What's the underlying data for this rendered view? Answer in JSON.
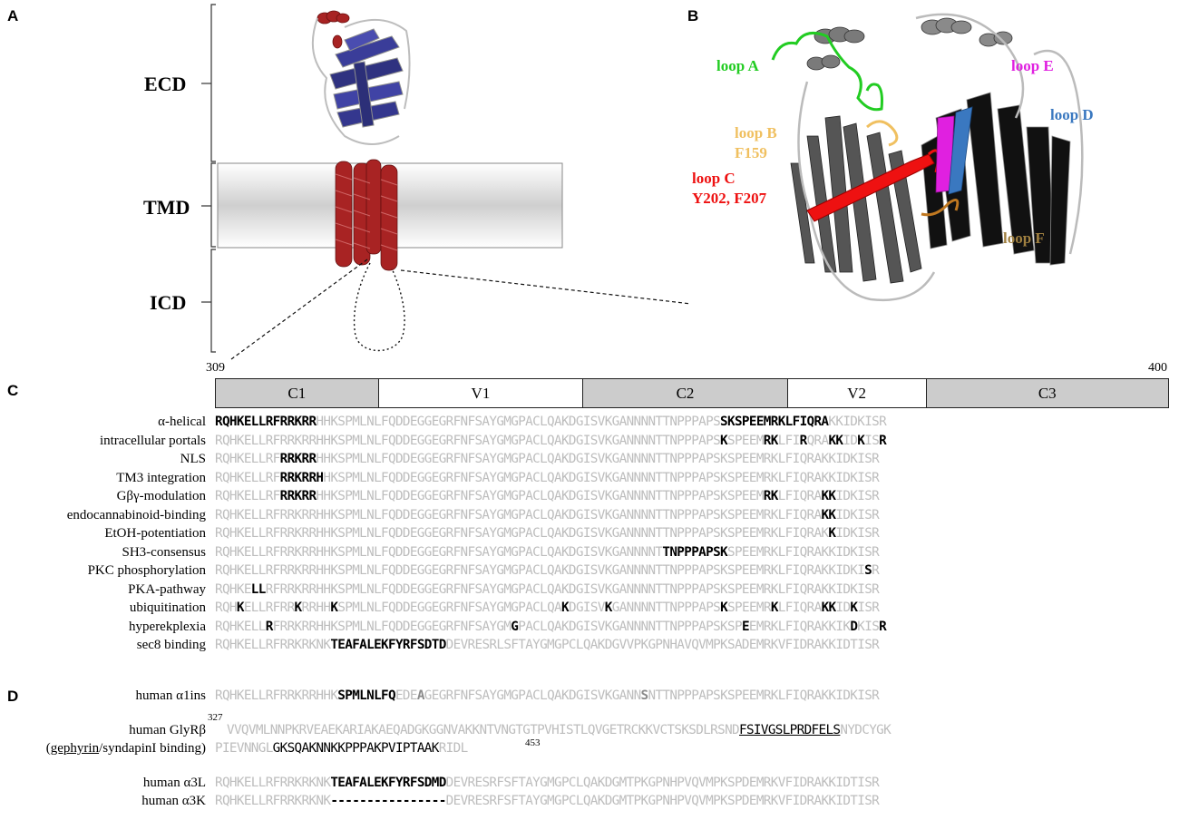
{
  "panels": {
    "a": "A",
    "b": "B",
    "c": "C",
    "d": "D"
  },
  "domains": {
    "ecd": "ECD",
    "tmd": "TMD",
    "icd": "ICD"
  },
  "loops": {
    "a": "loop A",
    "b1": "loop B",
    "b2": "F159",
    "c1": "loop C",
    "c2": "Y202, F207",
    "d": "loop D",
    "e": "loop E",
    "f": "loop F"
  },
  "colors": {
    "loop_a": "#22cc22",
    "loop_b": "#f0c060",
    "loop_c": "#ee1111",
    "loop_d": "#3a78c0",
    "loop_e": "#e020e0",
    "loop_f": "#a08040",
    "ecd_ribbon": "#3a3d99",
    "tmd_helix": "#a82323",
    "segment_gray": "#cccccc"
  },
  "range": {
    "start": "309",
    "end": "400"
  },
  "segments": [
    {
      "label": "C1",
      "shade": "gray",
      "width": 180
    },
    {
      "label": "V1",
      "shade": "white",
      "width": 226
    },
    {
      "label": "C2",
      "shade": "gray",
      "width": 226
    },
    {
      "label": "V2",
      "shade": "white",
      "width": 153
    },
    {
      "label": "C3",
      "shade": "gray",
      "width": 267
    }
  ],
  "rows_c": [
    {
      "label": "α-helical",
      "parts": [
        [
          "RQHKELLRFRRKRR",
          1
        ],
        [
          "HHKSPMLNLFQDDEGGEGRFNFSAYGMGPACLQAKDGISVKGANNNNTTNPPPAPS",
          0
        ],
        [
          "SKSPEEMRKLFIQRA",
          1
        ],
        [
          "KKIDKISR",
          0
        ]
      ]
    },
    {
      "label": "intracellular portals",
      "parts": [
        [
          "RQHKELLRFRRKRRHHKSPMLNLFQDDEGGEGRFNFSAYGMGPACLQAKDGISVKGANNNNTTNPPPAPS",
          0
        ],
        [
          "K",
          1
        ],
        [
          "SPEEM",
          0
        ],
        [
          "RK",
          1
        ],
        [
          "LFI",
          0
        ],
        [
          "R",
          1
        ],
        [
          "QRA",
          0
        ],
        [
          "KK",
          1
        ],
        [
          "ID",
          0
        ],
        [
          "K",
          1
        ],
        [
          "IS",
          0
        ],
        [
          "R",
          1
        ]
      ]
    },
    {
      "label": "NLS",
      "parts": [
        [
          "RQHKELLRF",
          0
        ],
        [
          "RRKRR",
          1
        ],
        [
          "HHKSPMLNLFQDDEGGEGRFNFSAYGMGPACLQAKDGISVKGANNNNTTNPPPAPSKSPEEMRKLFIQRAKKIDKISR",
          0
        ]
      ]
    },
    {
      "label": "TM3 integration",
      "parts": [
        [
          "RQHKELLRF",
          0
        ],
        [
          "RRKRRH",
          1
        ],
        [
          "HKSPMLNLFQDDEGGEGRFNFSAYGMGPACLQAKDGISVKGANNNNTTNPPPAPSKSPEEMRKLFIQRAKKIDKISR",
          0
        ]
      ]
    },
    {
      "label": "Gβγ-modulation",
      "parts": [
        [
          "RQHKELLRF",
          0
        ],
        [
          "RRKRR",
          1
        ],
        [
          "HHKSPMLNLFQDDEGGEGRFNFSAYGMGPACLQAKDGISVKGANNNNTTNPPPAPSKSPEEM",
          0
        ],
        [
          "RK",
          1
        ],
        [
          "LFIQRA",
          0
        ],
        [
          "KK",
          1
        ],
        [
          "IDKISR",
          0
        ]
      ]
    },
    {
      "label": "endocannabinoid-binding",
      "parts": [
        [
          "RQHKELLRFRRKRRHHKSPMLNLFQDDEGGEGRFNFSAYGMGPACLQAKDGISVKGANNNNTTNPPPAPSKSPEEMRKLFIQRA",
          0
        ],
        [
          "KK",
          1
        ],
        [
          "IDKISR",
          0
        ]
      ]
    },
    {
      "label": "EtOH-potentiation",
      "parts": [
        [
          "RQHKELLRFRRKRRHHKSPMLNLFQDDEGGEGRFNFSAYGMGPACLQAKDGISVKGANNNNTTNPPPAPSKSPEEMRKLFIQRAK",
          0
        ],
        [
          "K",
          1
        ],
        [
          "IDKISR",
          0
        ]
      ]
    },
    {
      "label": "SH3-consensus",
      "parts": [
        [
          "RQHKELLRFRRKRRHHKSPMLNLFQDDEGGEGRFNFSAYGMGPACLQAKDGISVKGANNNNT",
          0
        ],
        [
          "TNPPPAPSK",
          1
        ],
        [
          "SPEEMRKLFIQRAKKIDKISR",
          0
        ]
      ]
    },
    {
      "label": "PKC phosphorylation",
      "parts": [
        [
          "RQHKELLRFRRKRRHHKSPMLNLFQDDEGGEGRFNFSAYGMGPACLQAKDGISVKGANNNNTTNPPPAPSKSPEEMRKLFIQRAKKIDKI",
          0
        ],
        [
          "S",
          1
        ],
        [
          "R",
          0
        ]
      ]
    },
    {
      "label": "PKA-pathway",
      "parts": [
        [
          "RQHKE",
          0
        ],
        [
          "LL",
          1
        ],
        [
          "RFRRKRRHHKSPMLNLFQDDEGGEGRFNFSAYGMGPACLQAKDGISVKGANNNNTTNPPPAPSKSPEEMRKLFIQRAKKIDKISR",
          0
        ]
      ]
    },
    {
      "label": "ubiquitination",
      "parts": [
        [
          "RQH",
          0
        ],
        [
          "K",
          1
        ],
        [
          "ELLRFRR",
          0
        ],
        [
          "K",
          1
        ],
        [
          "RRHH",
          0
        ],
        [
          "K",
          1
        ],
        [
          "SPMLNLFQDDEGGEGRFNFSAYGMGPACLQA",
          0
        ],
        [
          "K",
          1
        ],
        [
          "DGISV",
          0
        ],
        [
          "K",
          1
        ],
        [
          "GANNNNTTNPPPAPS",
          0
        ],
        [
          "K",
          1
        ],
        [
          "SPEEMR",
          0
        ],
        [
          "K",
          1
        ],
        [
          "LFIQRA",
          0
        ],
        [
          "KK",
          1
        ],
        [
          "ID",
          0
        ],
        [
          "K",
          1
        ],
        [
          "ISR",
          0
        ]
      ]
    },
    {
      "label": "hyperekplexia",
      "parts": [
        [
          "RQHKELL",
          0
        ],
        [
          "R",
          1
        ],
        [
          "FRRKRRHHKSPMLNLFQDDEGGEGRFNFSAYGM",
          0
        ],
        [
          "G",
          1
        ],
        [
          "PACLQAKDGISVKGANNNNTTNPPPAPSKSP",
          0
        ],
        [
          "E",
          1
        ],
        [
          "EMRKLFIQRAKKIK",
          0
        ],
        [
          "D",
          1
        ],
        [
          "KIS",
          0
        ],
        [
          "R",
          1
        ]
      ]
    },
    {
      "label": "sec8 binding",
      "parts": [
        [
          "RQHKELLRFRRKRKNK",
          0
        ],
        [
          "TEAFALEKFYRFSDTD",
          1
        ],
        [
          "DEVRESRLSFTAYGMGPCLQAKDGVVPKGPNHAVQVMPKSADEMRKVFIDRAKKIDTISR",
          0
        ]
      ]
    }
  ],
  "rows_d": [
    {
      "label": "human α1ins",
      "parts": [
        [
          "RQHKELLRFRRKRRHHK",
          0
        ],
        [
          "SPMLNLFQ",
          1
        ],
        [
          "EDE",
          0
        ],
        [
          "A",
          2
        ],
        [
          "GEGRFNFSAYGMGPACLQAKDGISVKGANN",
          0
        ],
        [
          "S",
          2
        ],
        [
          "NTTNPPPAPSKSPEEMRKLFIQRAKKIDKISR",
          0
        ]
      ]
    },
    {
      "label": "human GlyRβ",
      "parts": [
        [
          "VVQVMLNNPKRVEAEKARIAKAEQADGKGGNVAKKNTVNGTGTPVHISTLQVGETRCKKVCTSKSDLRSND",
          0
        ],
        [
          "FSIVGSLPRDFELS",
          4
        ],
        [
          "NYDCYGK",
          0
        ]
      ]
    },
    {
      "label": "(gephyrin/syndapinI binding)",
      "parts": [
        [
          "PIEVNNGL",
          0
        ],
        [
          "GKSQAKNNKKPPPAKPVIPTAAK",
          3
        ],
        [
          "RIDL",
          0
        ]
      ]
    },
    {
      "label": "human α3L",
      "parts": [
        [
          "RQHKELLRFRRKRKNK",
          0
        ],
        [
          "TEAFALEKFYRFSDMD",
          1
        ],
        [
          "DEVRESRFSFTAYGMGPCLQAKDGMTPKGPNHPVQVMPKSPDEMRKVFIDRAKKIDTISR",
          0
        ]
      ]
    },
    {
      "label": "human α3K",
      "parts": [
        [
          "RQHKELLRFRRKRKNK",
          0
        ],
        [
          "----------------",
          1
        ],
        [
          "DEVRESRFSFTAYGMGPCLQAKDGMTPKGPNHPVQVMPKSPDEMRKVFIDRAKKIDTISR",
          0
        ]
      ]
    }
  ],
  "superscripts": {
    "beta_start": "327",
    "beta_end": "453"
  }
}
